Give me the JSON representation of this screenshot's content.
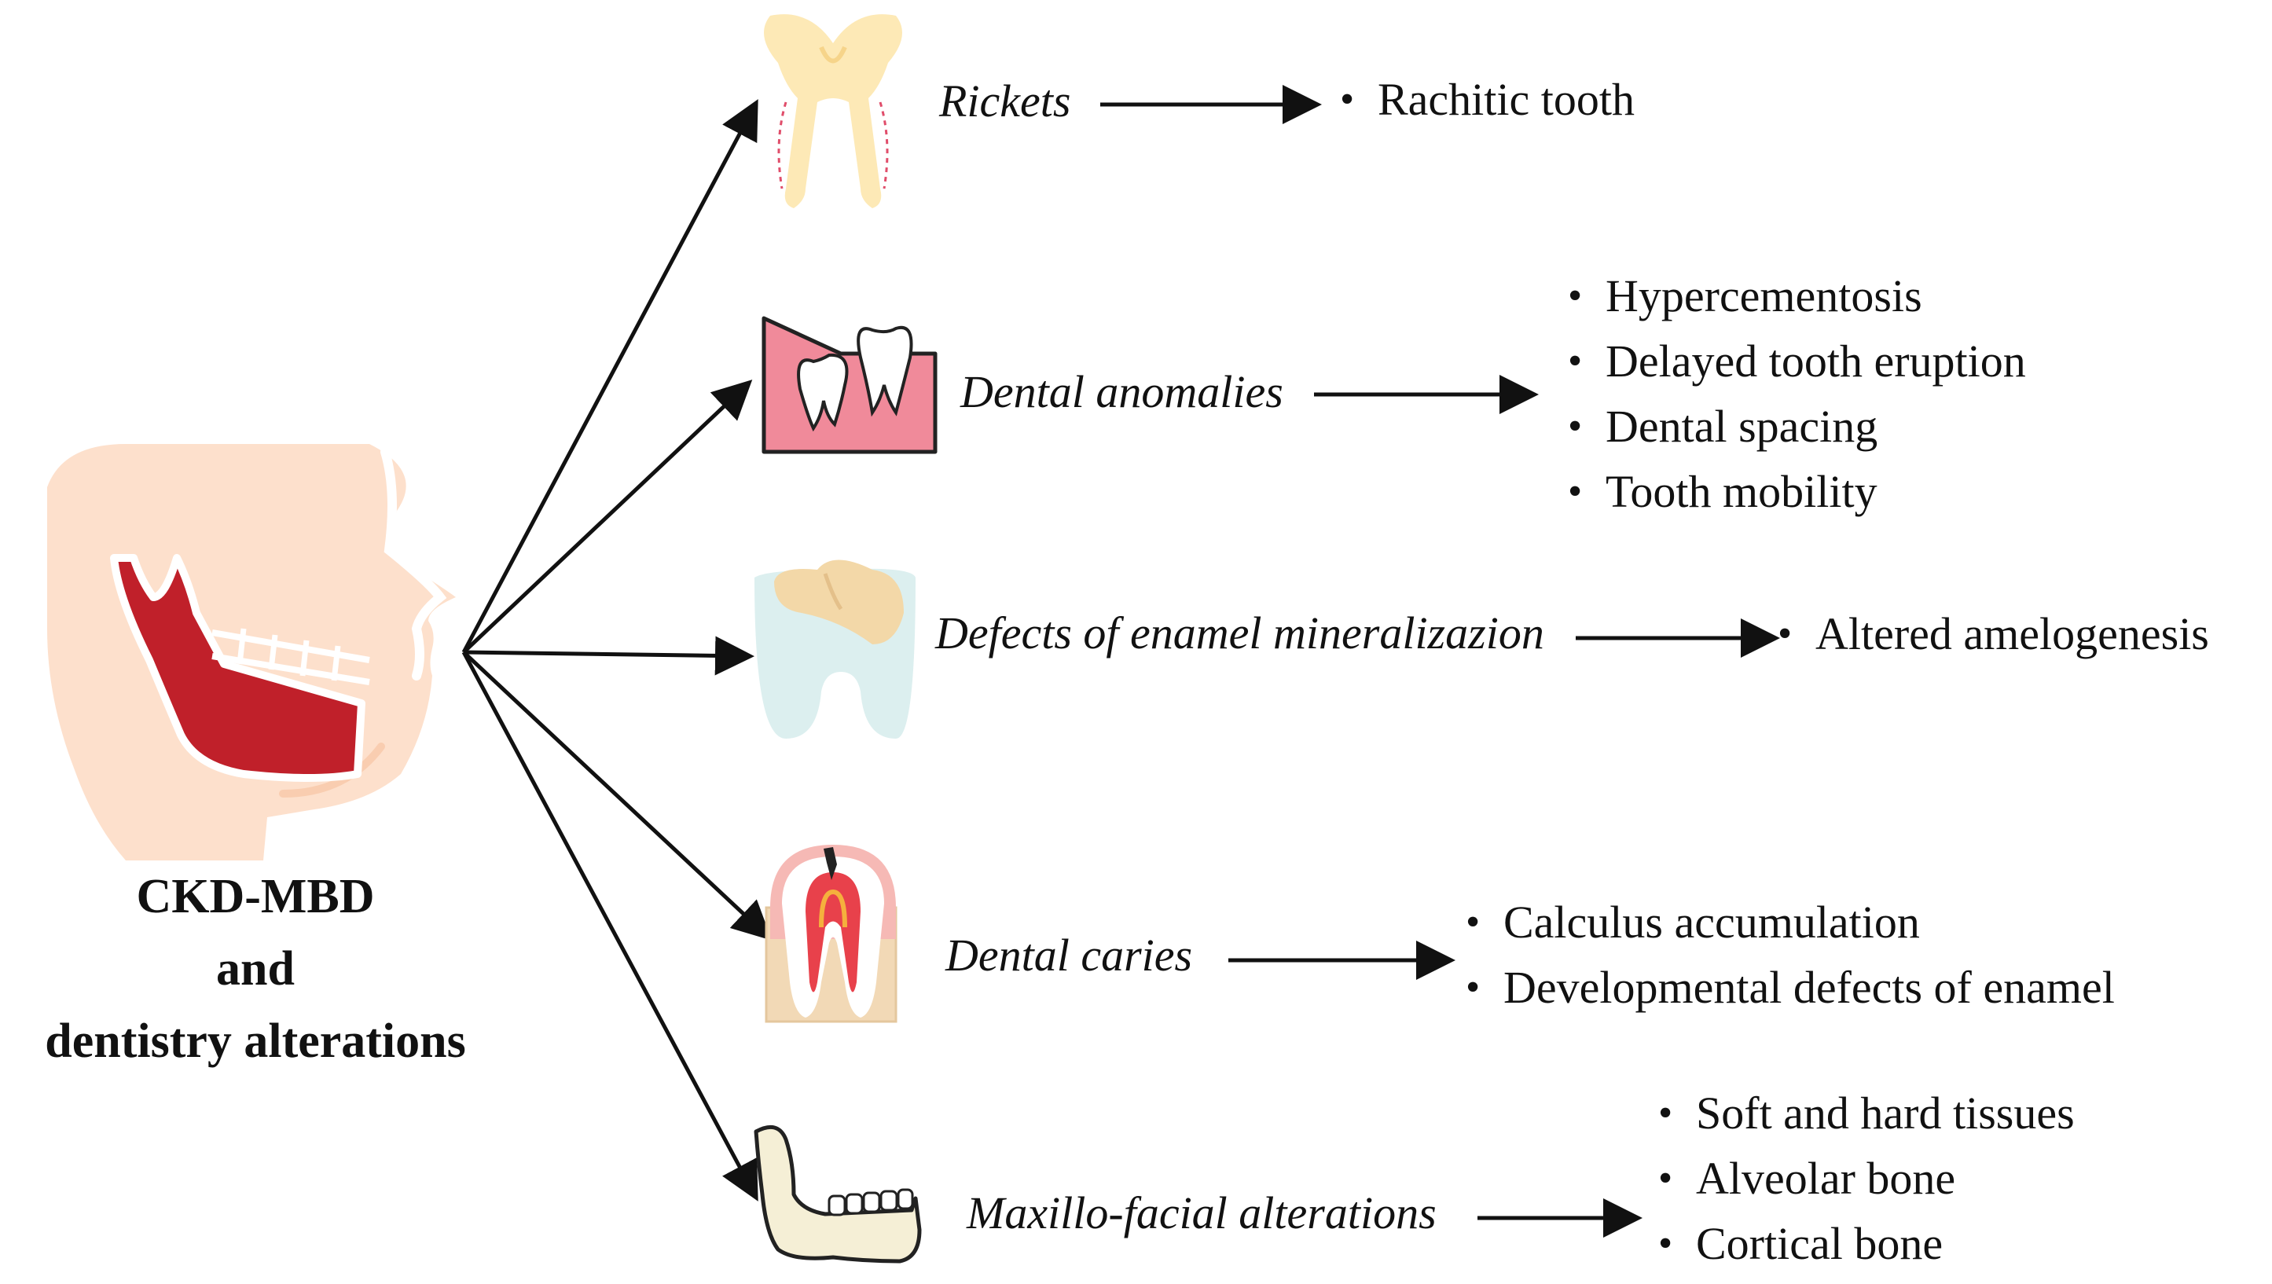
{
  "central": {
    "lines": [
      "CKD-MBD",
      "and",
      "dentistry alterations"
    ],
    "icon": "head-jaw-icon"
  },
  "branches": [
    {
      "label": "Rickets",
      "icon": "pelvis-bone-icon",
      "results": [
        "Rachitic tooth"
      ]
    },
    {
      "label": "Dental anomalies",
      "icon": "impacted-teeth-icon",
      "results": [
        "Hypercementosis",
        "Delayed tooth eruption",
        "Dental spacing",
        "Tooth mobility"
      ]
    },
    {
      "label": "Defects of enamel mineralizazion",
      "icon": "enamel-tooth-icon",
      "results": [
        "Altered amelogenesis"
      ]
    },
    {
      "label": "Dental caries",
      "icon": "tooth-cross-section-icon",
      "results": [
        "Calculus accumulation",
        "Developmental defects of enamel"
      ]
    },
    {
      "label": "Maxillo-facial alterations",
      "icon": "mandible-icon",
      "results": [
        "Soft and hard tissues",
        "Alveolar bone",
        "Cortical bone"
      ]
    }
  ],
  "colors": {
    "skin": "#fde0cc",
    "skin_dark": "#f9cdb0",
    "jaw_red": "#c0202a",
    "bone": "#fde9b6",
    "gum_pink": "#f08a9a",
    "enamel_blue": "#dcefef",
    "dentin_tan": "#f3d8a8",
    "mandible_bone": "#f5efd6"
  }
}
